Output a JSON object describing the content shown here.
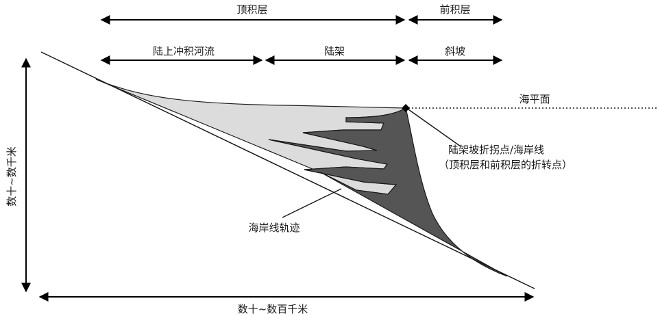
{
  "labels": {
    "topset": "顶积层",
    "foreset": "前积层",
    "alluvial": "陆上冲积河流",
    "shelf": "陆架",
    "slope": "斜坡",
    "sea_level": "海平面",
    "break_line1": "陆架坡折拐点/海岸线",
    "break_line2": "（顶积层和前积层的折转点）",
    "trajectory": "海岸线轨迹",
    "vertical_scale": "数十~数千米",
    "horizontal_scale": "数十~数百千米"
  },
  "colors": {
    "light_fill": "#dcdcdc",
    "dark_fill": "#555555",
    "outline": "#1a1a1a"
  }
}
